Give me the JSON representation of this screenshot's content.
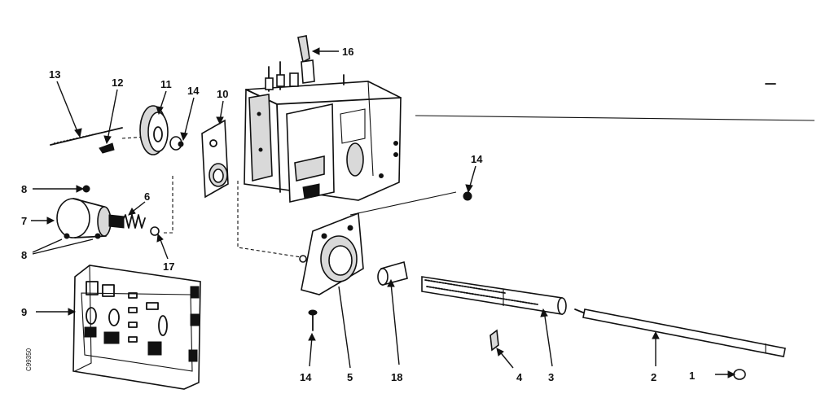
{
  "labels": {
    "p1": "1",
    "p2": "2",
    "p3": "3",
    "p4": "4",
    "p5": "5",
    "p6": "6",
    "p7": "7",
    "p8a": "8",
    "p8b": "8",
    "p9": "9",
    "p10": "10",
    "p11": "11",
    "p12": "12",
    "p13": "13",
    "p14a": "14",
    "p14b": "14",
    "p14c": "14",
    "p16": "16",
    "p17": "17",
    "p18": "18"
  },
  "figure_code": "C99350"
}
